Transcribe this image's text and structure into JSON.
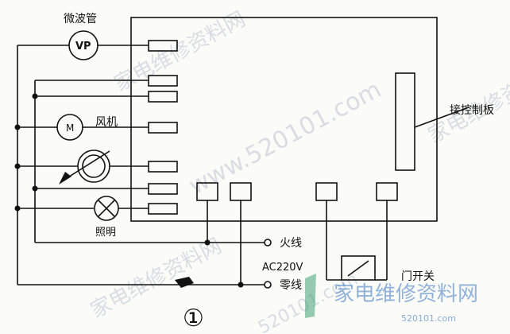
{
  "labels": {
    "magnetron": "微波管",
    "vp": "VP",
    "motor": "M",
    "fan": "风机",
    "lamp": "照明",
    "control_board": "接控制板",
    "live": "火线",
    "voltage": "AC220V",
    "neutral": "零线",
    "door_switch": "门开关",
    "figure_number": "①"
  },
  "watermarks": {
    "site_cn": "家电维修资料网",
    "url": "www.520101.com",
    "url_small": "520101.com"
  },
  "colors": {
    "line": "#111111",
    "watermark": "#d9dde3",
    "brand_blue": "#3a78c2",
    "brand_green": "#2f9a6a"
  }
}
